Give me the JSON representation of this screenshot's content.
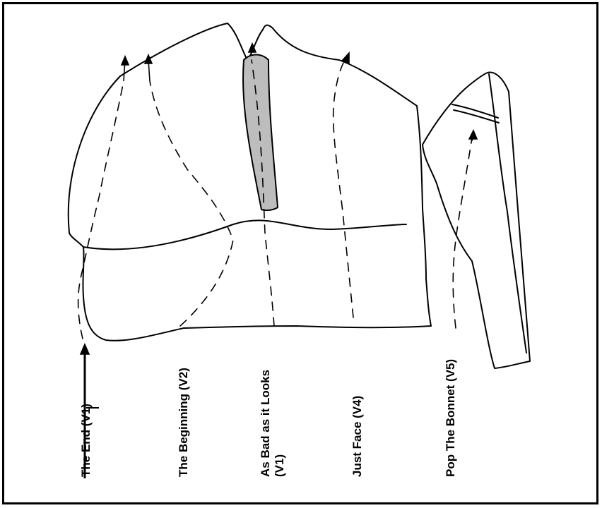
{
  "routes": [
    {
      "label": "The End (V1)"
    },
    {
      "label": "The Beginning  (V2)"
    },
    {
      "label": "As Bad as it Looks\n(V1)"
    },
    {
      "label": "Just Face  (V4)"
    },
    {
      "label": "Pop The Bonnet (V5)"
    }
  ],
  "colors": {
    "ink": "#000000",
    "crack_fill": "#bdbdbd"
  }
}
